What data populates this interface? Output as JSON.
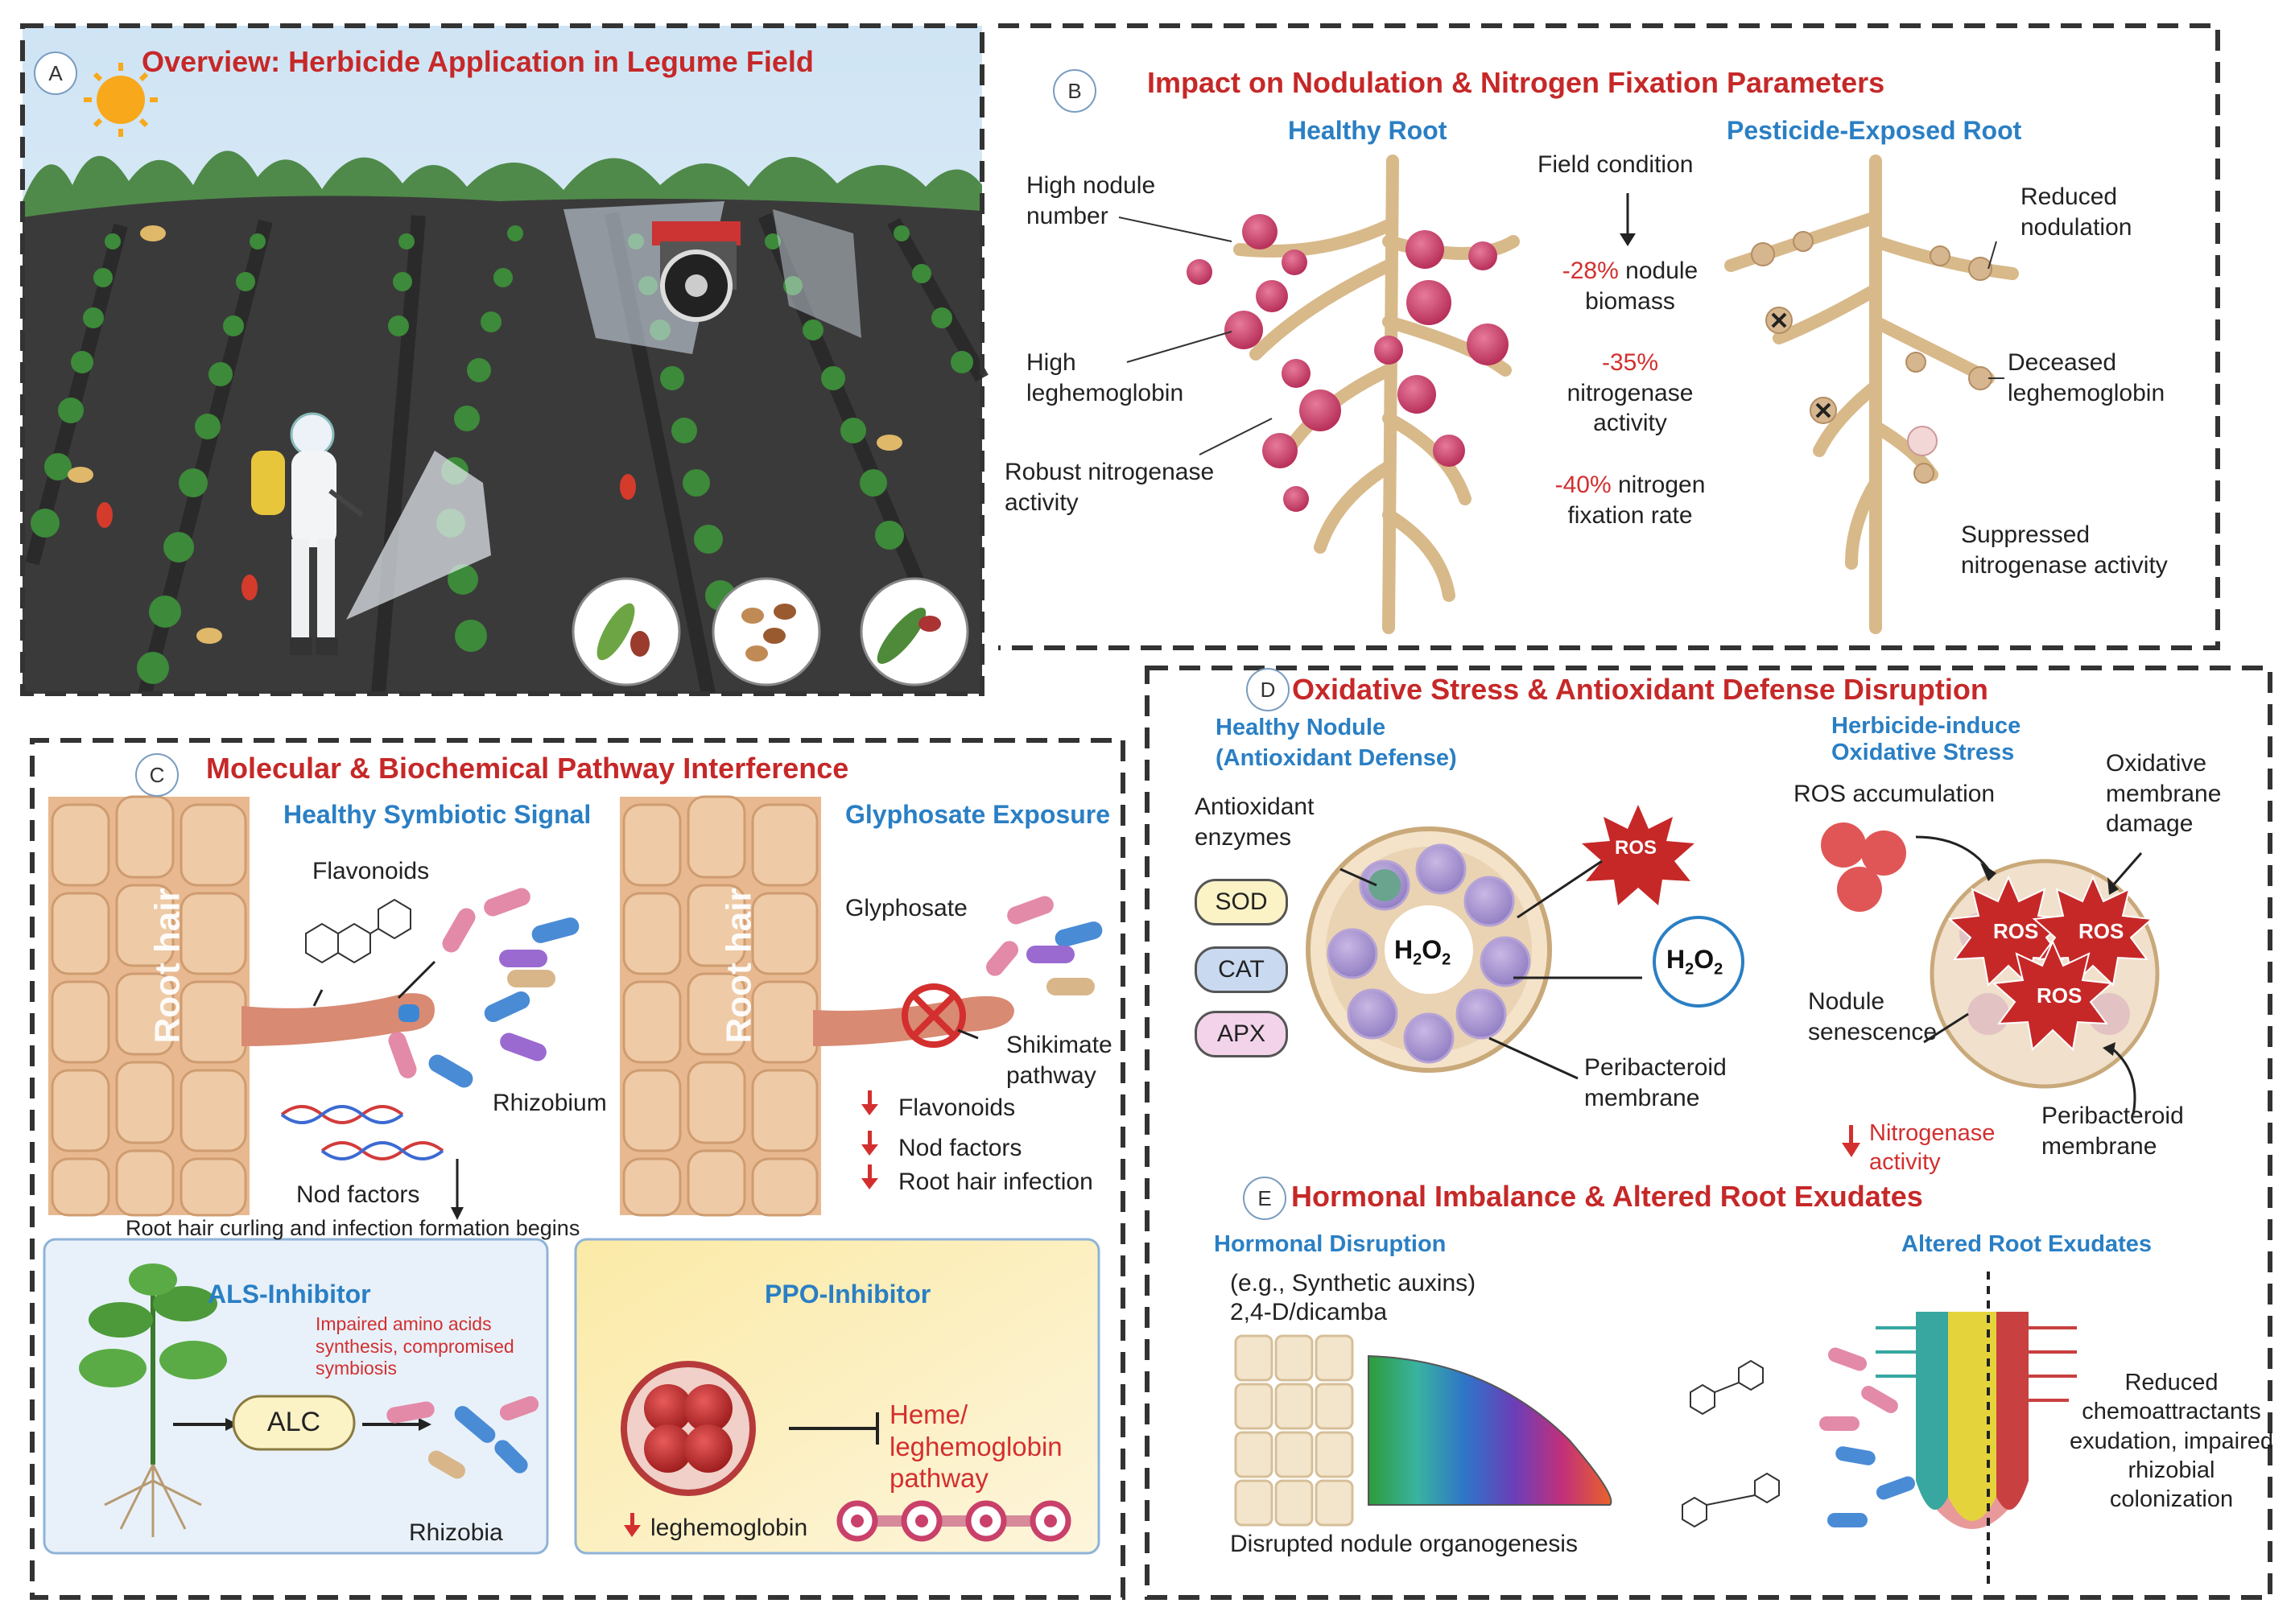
{
  "panel_a": {
    "letter": "A",
    "title": "Overview: Herbicide Application in Legume Field"
  },
  "panel_b": {
    "letter": "B",
    "title": "Impact on Nodulation & Nitrogen Fixation Parameters",
    "healthy_title": "Healthy Root",
    "exposed_title": "Pesticide-Exposed Root",
    "field_condition": "Field condition",
    "healthy_labels": [
      "High nodule number",
      "High leghemoglobin",
      "Robust nitrogenase activity"
    ],
    "stats": [
      {
        "value": "-28%",
        "text": "nodule biomass"
      },
      {
        "value": "-35%",
        "text": "nitrogenase activity"
      },
      {
        "value": "-40%",
        "text": "nitrogen fixation rate"
      }
    ],
    "exposed_labels": [
      "Reduced nodulation",
      "Deceased leghemoglobin",
      "Suppressed nitrogenase activity"
    ]
  },
  "panel_c": {
    "letter": "C",
    "title": "Molecular & Biochemical Pathway Interference",
    "healthy_title": "Healthy Symbiotic Signal",
    "glyphosate_title": "Glyphosate Exposure",
    "root_hair": "Root hair",
    "flavonoids": "Flavonoids",
    "rhizobium": "Rhizobium",
    "nod_factors": "Nod factors",
    "curling_text": "Root hair curling and infection formation begins",
    "glyphosate": "Glyphosate",
    "shikimate": "Shikimate pathway",
    "decreases": [
      "Flavonoids",
      "Nod factors",
      "Root hair infection"
    ],
    "als_title": "ALS-Inhibitor",
    "als_note": "Impaired amino acids synthesis, compromised symbiosis",
    "alc": "ALC",
    "rhizobia": "Rhizobia",
    "ppo_title": "PPO-Inhibitor",
    "heme": "Heme/ leghemoglobin pathway",
    "leghemoglobin": "leghemoglobin"
  },
  "panel_d": {
    "letter": "D",
    "title": "Oxidative Stress & Antioxidant Defense Disruption",
    "healthy_title": "Healthy Nodule (Antioxidant Defense)",
    "stress_title": "Herbicide-induce Oxidative Stress",
    "antioxidant": "Antioxidant enzymes",
    "enzymes": [
      "SOD",
      "CAT",
      "APX"
    ],
    "ros": "ROS",
    "h2o2": "H",
    "peribacteroid": "Peribacteroid membrane",
    "ros_accumulation": "ROS accumulation",
    "membrane_damage": "Oxidative membrane damage",
    "nodule_senescence": "Nodule senescence",
    "nitrogenase": "Nitrogenase activity",
    "colors": {
      "sod": "#fbf2c6",
      "cat": "#c9d9f0",
      "apx": "#f3d3ea",
      "ros": "#c62828"
    }
  },
  "panel_e": {
    "letter": "E",
    "title": "Hormonal Imbalance & Altered Root Exudates",
    "hormonal_title": "Hormonal Disruption",
    "exudates_title": "Altered Root Exudates",
    "example": "(e.g., Synthetic auxins)",
    "herbicides": "2,4-D/dicamba",
    "organogenesis": "Disrupted nodule organogenesis",
    "reduced": "Reduced chemoattractants exudation, impaired rhizobial colonization"
  }
}
